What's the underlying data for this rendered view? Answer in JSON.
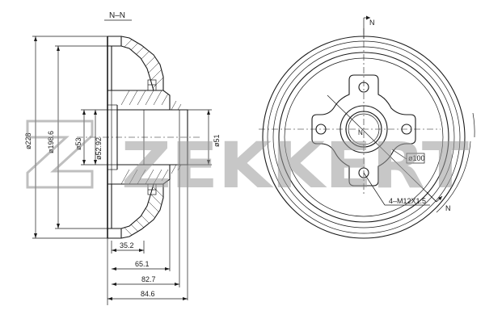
{
  "section_label": "N–N",
  "dimensions": {
    "d228": "ø228",
    "d198_6": "ø198.6",
    "d53": "ø53",
    "d52_92": "ø52.92",
    "d51": "ø51",
    "l35_2": "35.2",
    "l65_1": "65.1",
    "l82_7": "82.7",
    "l84_6": "84.6"
  },
  "front_view": {
    "top_marker": "N",
    "bottom_marker": "N",
    "hub_label": "N",
    "bolt_circle": "ø100",
    "thread": "4–M12X1.5"
  },
  "watermark": {
    "text": "ZEKKERT",
    "color": "#9a9a9a"
  }
}
